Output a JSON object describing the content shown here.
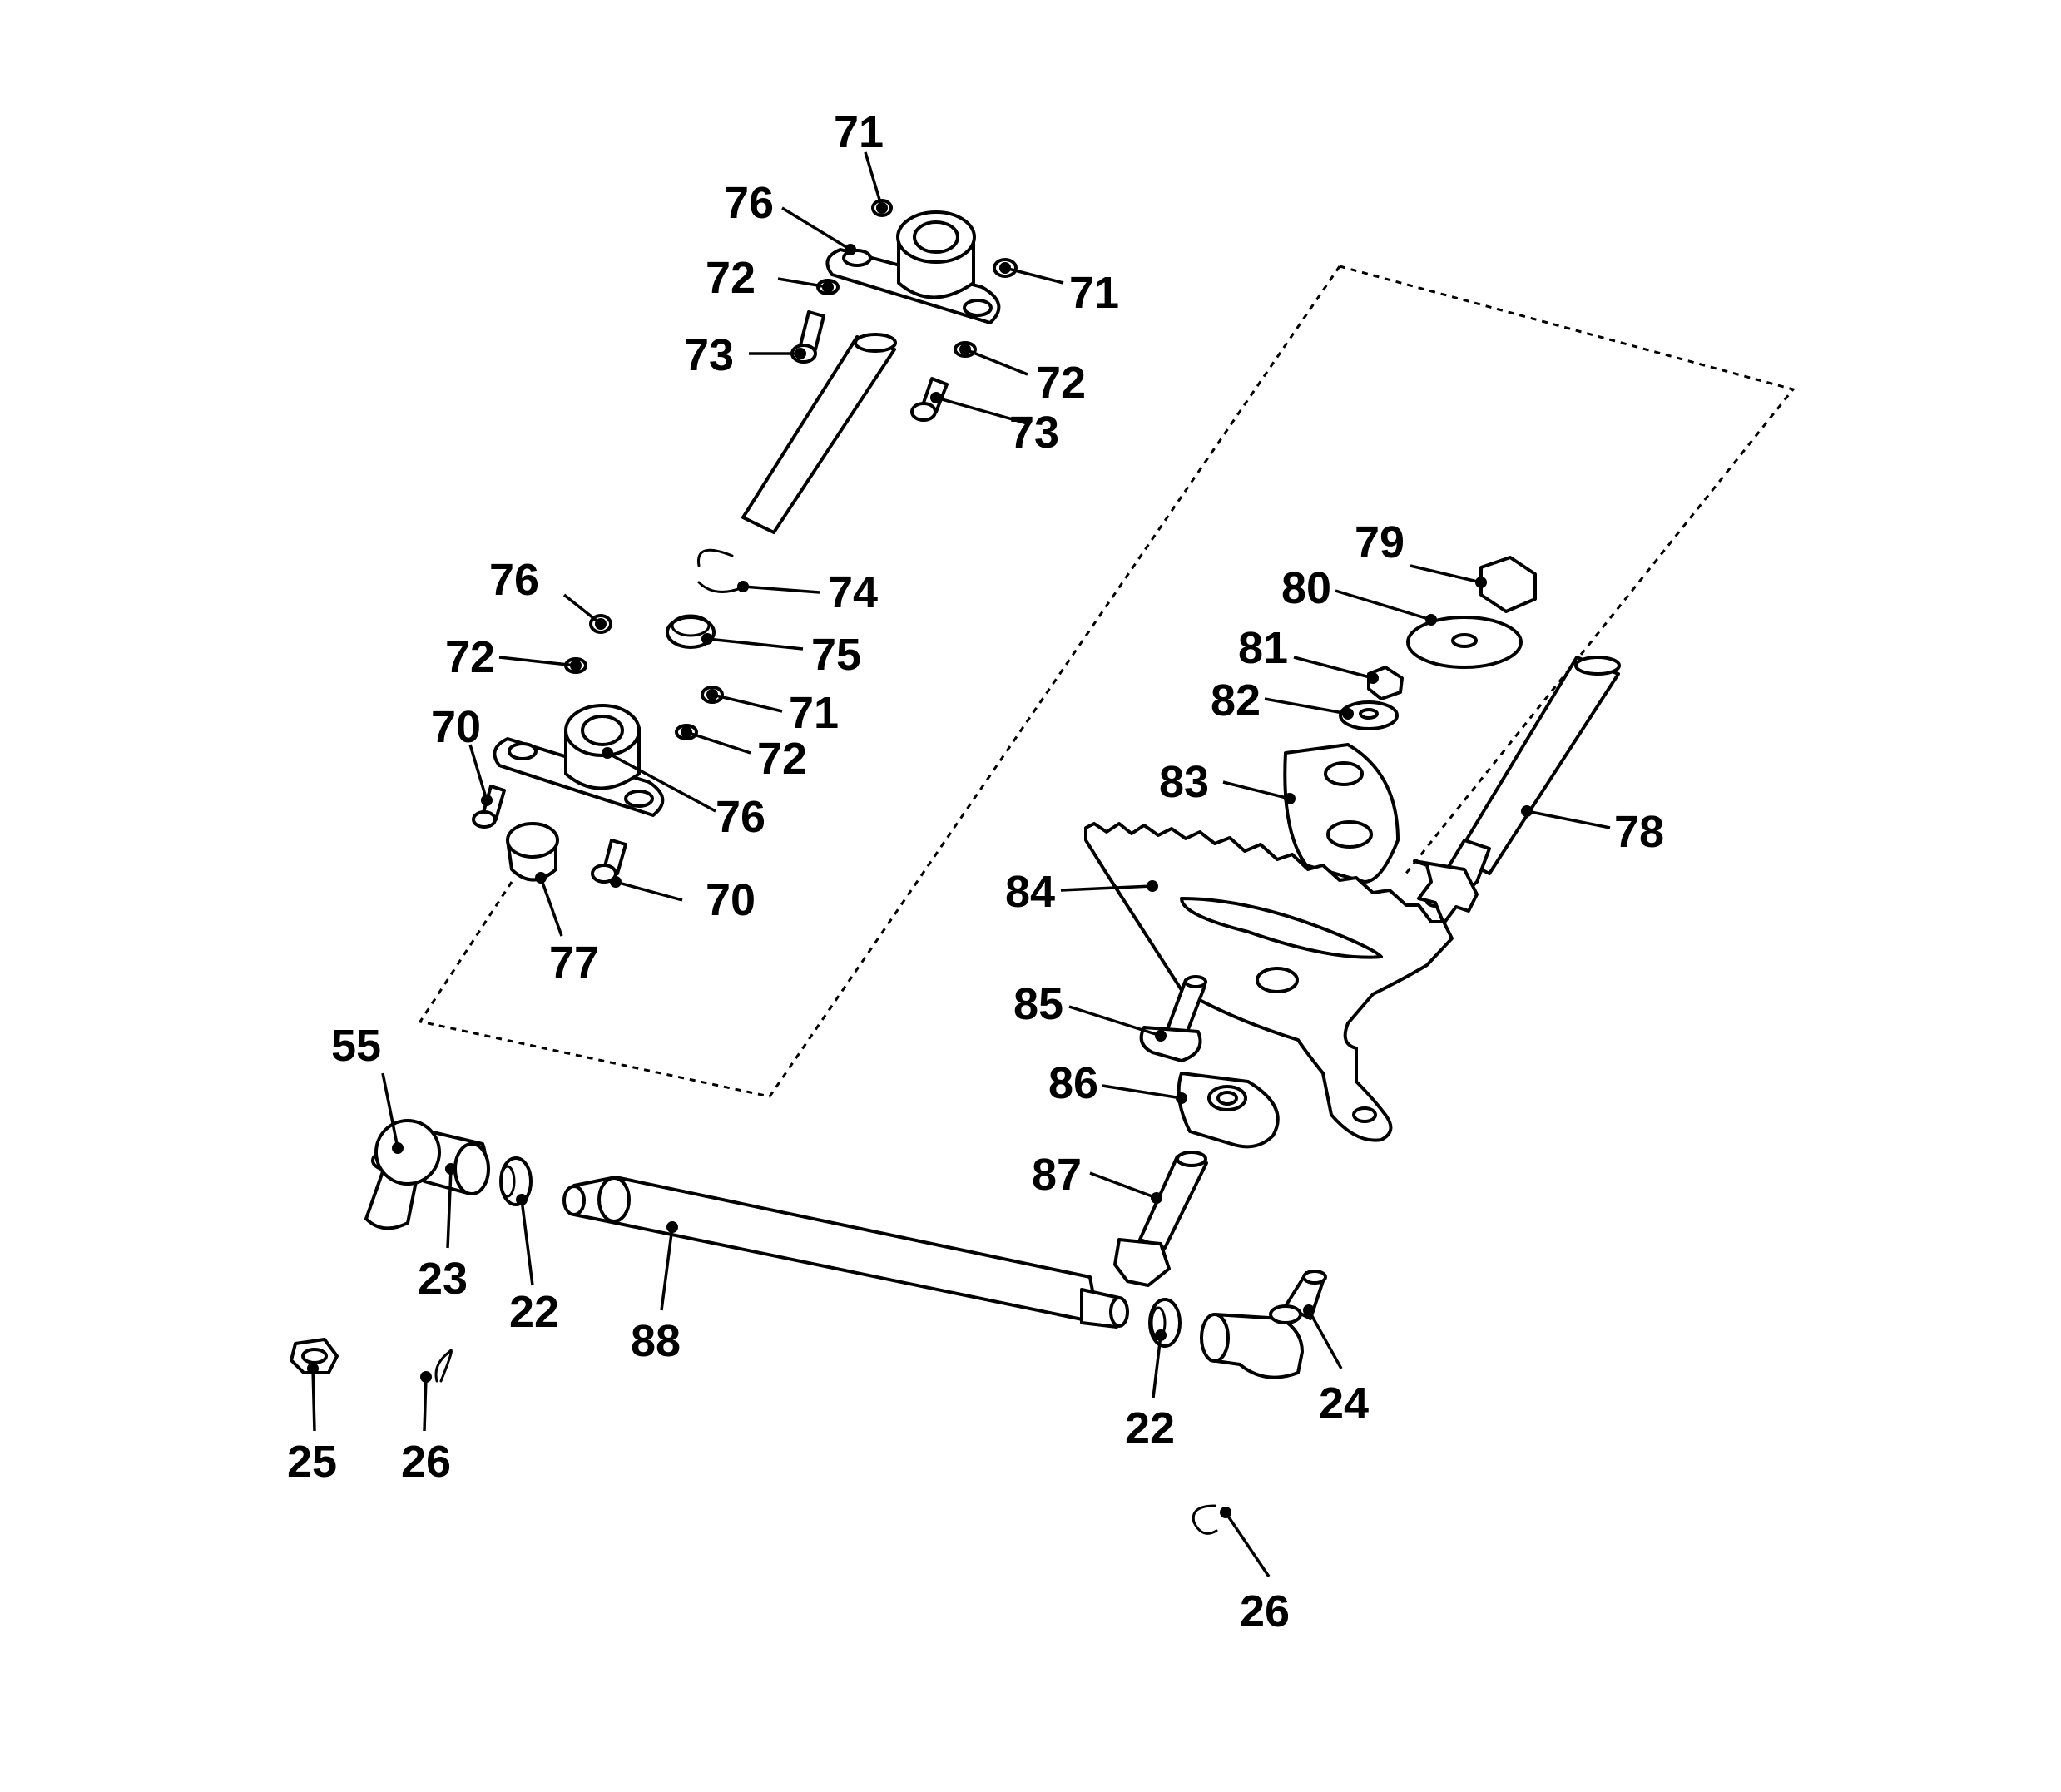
{
  "diagram": {
    "callouts": {
      "c71_top": "71",
      "c76_top": "76",
      "c71_right": "71",
      "c72_top": "72",
      "c73_left": "73",
      "c72_right": "72",
      "c73_right": "73",
      "c74": "74",
      "c76_mid": "76",
      "c75": "75",
      "c72_mid": "72",
      "c71_mid": "71",
      "c70_left": "70",
      "c72_low": "72",
      "c76_low": "76",
      "c70_right": "70",
      "c77": "77",
      "c79": "79",
      "c80": "80",
      "c81": "81",
      "c82": "82",
      "c83": "83",
      "c78": "78",
      "c84": "84",
      "c85": "85",
      "c86": "86",
      "c87": "87",
      "c55": "55",
      "c23": "23",
      "c22_left": "22",
      "c88": "88",
      "c22_right": "22",
      "c24": "24",
      "c25": "25",
      "c26_left": "26",
      "c26_right": "26"
    }
  }
}
